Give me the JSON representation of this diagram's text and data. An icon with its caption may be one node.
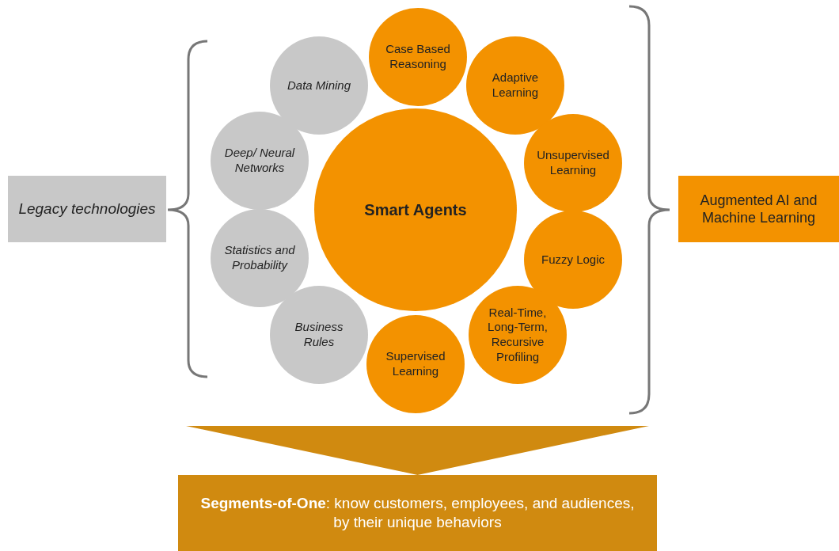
{
  "diagram": {
    "nodes": [
      {
        "text": [
          "Legacy technologies"
        ]
      },
      {
        "text": [
          "Data Mining"
        ]
      },
      {
        "text": [
          "Deep/ Neural Networks"
        ]
      },
      {
        "text": [
          "Statistics and Probability"
        ]
      },
      {
        "text": [
          "Business Rules"
        ]
      },
      {
        "text": [
          "Case Based Reasoning"
        ]
      },
      {
        "text": [
          "Adaptive Learning"
        ]
      },
      {
        "text": [
          "Unsupervised Learning"
        ]
      },
      {
        "text": [
          "Smart Agents"
        ]
      },
      {
        "text": [
          "Fuzzy Logic"
        ]
      },
      {
        "text": [
          "Real-Time, Long-Term, Recursive Profiling"
        ]
      },
      {
        "text": [
          "Supervised Learning"
        ]
      },
      {
        "text": [
          "Augmented AI and Machine Learning"
        ]
      },
      {
        "text": [
          "**Segments-of-One**: know customers, employees, and audiences, by their unique behaviors"
        ]
      }
    ],
    "edges": [
      {
        "from": null,
        "to": 13,
        "arrow": "to"
      }
    ]
  }
}
